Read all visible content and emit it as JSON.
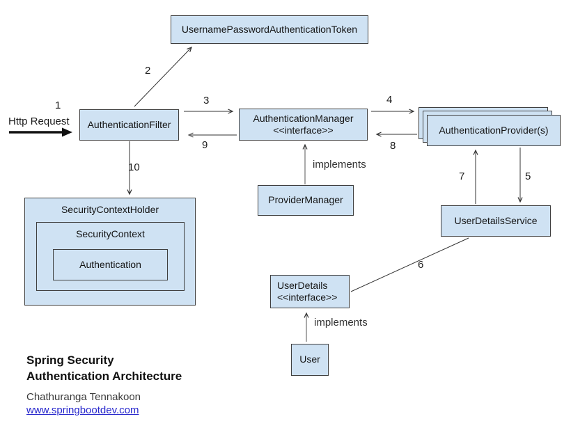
{
  "diagram": {
    "nodes": {
      "token": "UsernamePasswordAuthenticationToken",
      "auth_filter": "AuthenticationFilter",
      "auth_manager": "AuthenticationManager",
      "auth_manager_stereotype": "<<interface>>",
      "auth_providers": "AuthenticationProvider(s)",
      "provider_manager": "ProviderManager",
      "security_context_holder": "SecurityContextHolder",
      "security_context": "SecurityContext",
      "authentication": "Authentication",
      "user_details_service": "UserDetailsService",
      "user_details": "UserDetails",
      "user_details_stereotype": "<<interface>>",
      "user": "User"
    },
    "labels": {
      "http_request": "Http Request",
      "step1": "1",
      "step2": "2",
      "step3": "3",
      "step4": "4",
      "step5": "5",
      "step6": "6",
      "step7": "7",
      "step8": "8",
      "step9": "9",
      "step10": "10",
      "implements_manager": "implements",
      "implements_user_details": "implements"
    }
  },
  "footer": {
    "title_line1": "Spring Security",
    "title_line2": "Authentication Architecture",
    "author": "Chathuranga Tennakoon",
    "website": "www.springbootdev.com"
  },
  "colors": {
    "box_fill": "#cfe2f3",
    "box_border": "#3f3f3f",
    "link": "#2626cc"
  }
}
